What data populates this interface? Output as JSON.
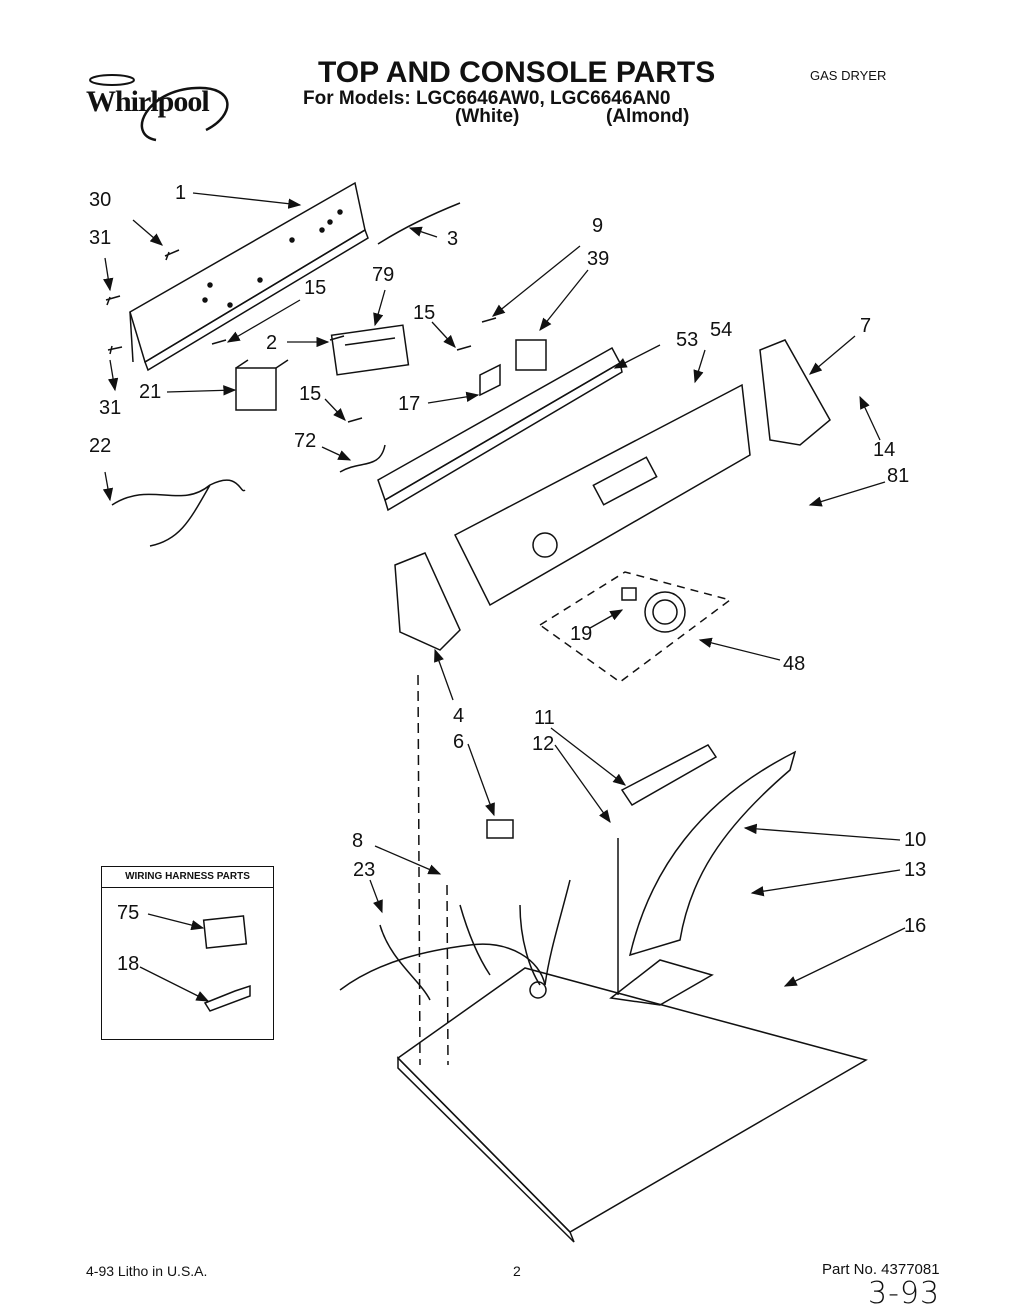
{
  "header": {
    "brand": "Whirlpool",
    "title": "TOP AND CONSOLE PARTS",
    "models_line": "For Models: LGC6646AW0,  LGC6646AN0",
    "color_white": "(White)",
    "color_almond": "(Almond)",
    "appliance_type": "GAS DRYER"
  },
  "callouts": [
    {
      "id": "c1",
      "text": "1"
    },
    {
      "id": "c30",
      "text": "30"
    },
    {
      "id": "c31a",
      "text": "31"
    },
    {
      "id": "c3",
      "text": "3"
    },
    {
      "id": "c9",
      "text": "9"
    },
    {
      "id": "c39",
      "text": "39"
    },
    {
      "id": "c79",
      "text": "79"
    },
    {
      "id": "c15a",
      "text": "15"
    },
    {
      "id": "c15b",
      "text": "15"
    },
    {
      "id": "c2",
      "text": "2"
    },
    {
      "id": "c53",
      "text": "53"
    },
    {
      "id": "c54",
      "text": "54"
    },
    {
      "id": "c7",
      "text": "7"
    },
    {
      "id": "c21",
      "text": "21"
    },
    {
      "id": "c15c",
      "text": "15"
    },
    {
      "id": "c17",
      "text": "17"
    },
    {
      "id": "c31b",
      "text": "31"
    },
    {
      "id": "c14",
      "text": "14"
    },
    {
      "id": "c22",
      "text": "22"
    },
    {
      "id": "c72",
      "text": "72"
    },
    {
      "id": "c81",
      "text": "81"
    },
    {
      "id": "c19",
      "text": "19"
    },
    {
      "id": "c48",
      "text": "48"
    },
    {
      "id": "c4",
      "text": "4"
    },
    {
      "id": "c6",
      "text": "6"
    },
    {
      "id": "c11",
      "text": "11"
    },
    {
      "id": "c12",
      "text": "12"
    },
    {
      "id": "c10",
      "text": "10"
    },
    {
      "id": "c8",
      "text": "8"
    },
    {
      "id": "c23",
      "text": "23"
    },
    {
      "id": "c13",
      "text": "13"
    },
    {
      "id": "c16",
      "text": "16"
    },
    {
      "id": "c75",
      "text": "75"
    },
    {
      "id": "c18",
      "text": "18"
    }
  ],
  "wiring_harness": {
    "title": "WIRING HARNESS PARTS"
  },
  "footer": {
    "litho": "4-93 Litho in U.S.A.",
    "page": "2",
    "part_no": "Part No. 4377081",
    "handwritten_date": "3-93"
  }
}
